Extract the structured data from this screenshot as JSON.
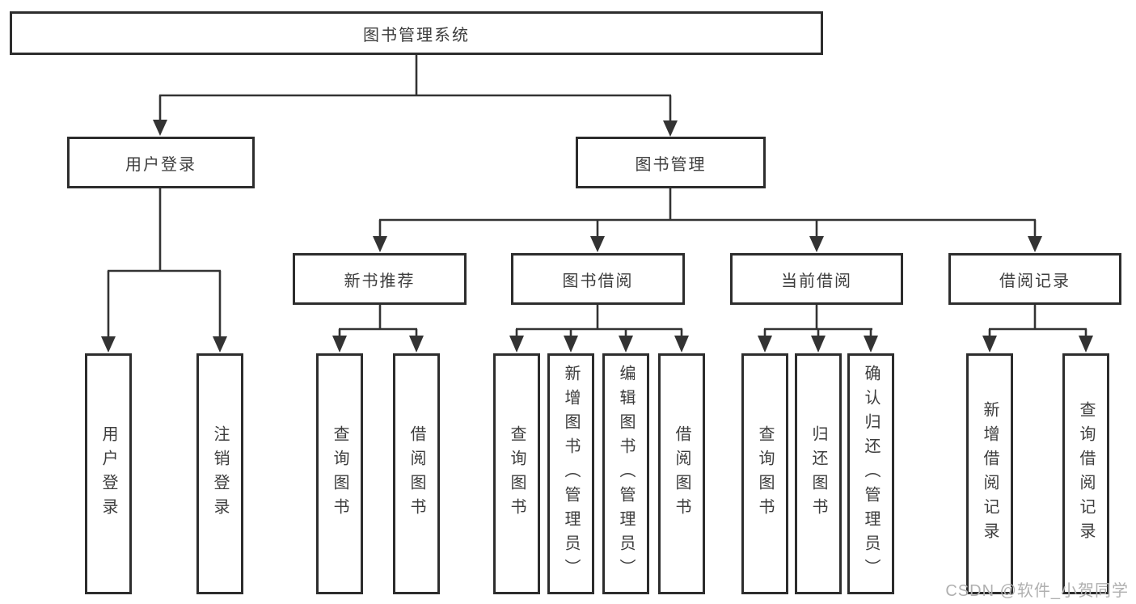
{
  "diagram": {
    "type": "tree",
    "title": "图书管理系统",
    "watermark": "CSDN @软件_小贺同学",
    "colors": {
      "line": "#333333",
      "box_border": "#2d2d2d",
      "text": "#3d3d3d",
      "background": "#ffffff",
      "watermark": "#b0b0b0"
    },
    "nodes": {
      "root": {
        "label": "图书管理系统"
      },
      "user_login_group": {
        "label": "用户登录"
      },
      "book_management": {
        "label": "图书管理"
      },
      "new_book_recommend": {
        "label": "新书推荐"
      },
      "book_borrowing": {
        "label": "图书借阅"
      },
      "current_borrowing": {
        "label": "当前借阅"
      },
      "borrowing_records": {
        "label": "借阅记录"
      },
      "user_login": {
        "label": "用户登录"
      },
      "logout": {
        "label": "注销登录"
      },
      "query_books_recommend": {
        "label": "查询图书"
      },
      "borrow_books_recommend": {
        "label": "借阅图书"
      },
      "query_books_borrowing": {
        "label": "查询图书"
      },
      "add_books_admin": {
        "label": "新增图书（管理员）"
      },
      "edit_books_admin": {
        "label": "编辑图书（管理员）"
      },
      "borrow_books_borrowing": {
        "label": "借阅图书"
      },
      "query_books_current": {
        "label": "查询图书"
      },
      "return_books": {
        "label": "归还图书"
      },
      "confirm_return_admin": {
        "label": "确认归还（管理员）"
      },
      "add_borrow_record": {
        "label": "新增借阅记录"
      },
      "query_borrow_record": {
        "label": "查询借阅记录"
      }
    },
    "edges": [
      [
        "root",
        "user_login_group"
      ],
      [
        "root",
        "book_management"
      ],
      [
        "user_login_group",
        "user_login"
      ],
      [
        "user_login_group",
        "logout"
      ],
      [
        "book_management",
        "new_book_recommend"
      ],
      [
        "book_management",
        "book_borrowing"
      ],
      [
        "book_management",
        "current_borrowing"
      ],
      [
        "book_management",
        "borrowing_records"
      ],
      [
        "new_book_recommend",
        "query_books_recommend"
      ],
      [
        "new_book_recommend",
        "borrow_books_recommend"
      ],
      [
        "book_borrowing",
        "query_books_borrowing"
      ],
      [
        "book_borrowing",
        "add_books_admin"
      ],
      [
        "book_borrowing",
        "edit_books_admin"
      ],
      [
        "book_borrowing",
        "borrow_books_borrowing"
      ],
      [
        "current_borrowing",
        "query_books_current"
      ],
      [
        "current_borrowing",
        "return_books"
      ],
      [
        "current_borrowing",
        "confirm_return_admin"
      ],
      [
        "borrowing_records",
        "add_borrow_record"
      ],
      [
        "borrowing_records",
        "query_borrow_record"
      ]
    ]
  }
}
